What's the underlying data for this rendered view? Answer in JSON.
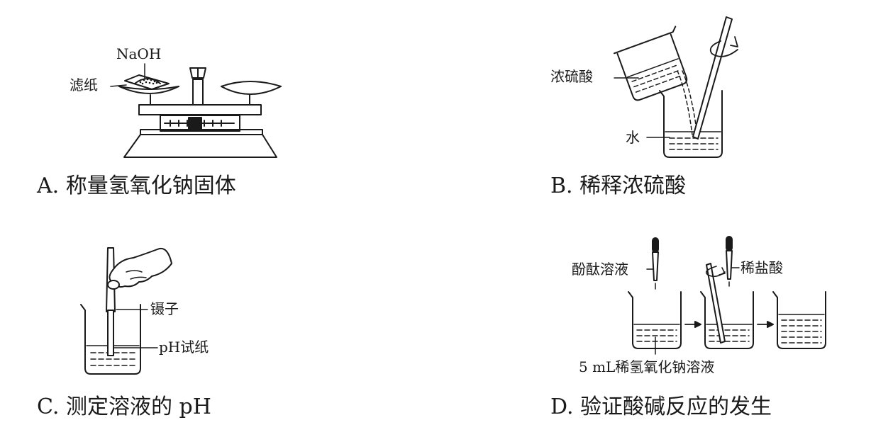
{
  "panel_a": {
    "label_naoh": "NaOH",
    "label_filter_paper": "滤纸",
    "caption": "A.  称量氢氧化钠固体"
  },
  "panel_b": {
    "label_conc_acid": "浓硫酸",
    "label_water": "水",
    "caption": "B.  稀释浓硫酸"
  },
  "panel_c": {
    "label_tweezers": "镊子",
    "label_ph_paper": "pH试纸",
    "caption": "C.  测定溶液的 pH"
  },
  "panel_d": {
    "label_phenolphthalein": "酚酞溶液",
    "label_dilute_hcl": "稀盐酸",
    "label_naoh_solution": "5 mL稀氢氧化钠溶液",
    "caption": "D.  验证酸碱反应的发生"
  }
}
